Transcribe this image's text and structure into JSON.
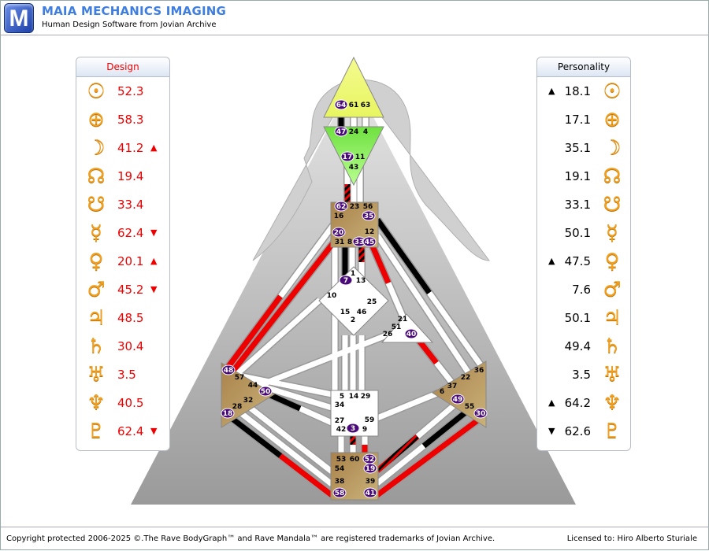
{
  "header": {
    "logo_letter": "M",
    "title": "MAIA MECHANICS IMAGING",
    "subtitle": "Human Design Software from Jovian Archive"
  },
  "colors": {
    "design": "#ee0000",
    "personality": "#000000",
    "gate_active": "#4b0a7a",
    "center_tan": "#b8965a",
    "head": "#e8f560",
    "ajna": "#8ef05a"
  },
  "design": {
    "title": "Design",
    "rows": [
      {
        "planet": "sun-icon",
        "glyph": "☉",
        "value": "52.3",
        "arrow": ""
      },
      {
        "planet": "earth-icon",
        "glyph": "⊕",
        "value": "58.3",
        "arrow": ""
      },
      {
        "planet": "moon-icon",
        "glyph": "☽",
        "value": "41.2",
        "arrow": "▲"
      },
      {
        "planet": "north-node-icon",
        "glyph": "☊",
        "value": "19.4",
        "arrow": ""
      },
      {
        "planet": "south-node-icon",
        "glyph": "☋",
        "value": "33.4",
        "arrow": ""
      },
      {
        "planet": "mercury-icon",
        "glyph": "☿",
        "value": "62.4",
        "arrow": "▼"
      },
      {
        "planet": "venus-icon",
        "glyph": "♀",
        "value": "20.1",
        "arrow": "▲"
      },
      {
        "planet": "mars-icon",
        "glyph": "♂",
        "value": "45.2",
        "arrow": "▼"
      },
      {
        "planet": "jupiter-icon",
        "glyph": "♃",
        "value": "48.5",
        "arrow": ""
      },
      {
        "planet": "saturn-icon",
        "glyph": "♄",
        "value": "30.4",
        "arrow": ""
      },
      {
        "planet": "uranus-icon",
        "glyph": "♅",
        "value": "3.5",
        "arrow": ""
      },
      {
        "planet": "neptune-icon",
        "glyph": "♆",
        "value": "40.5",
        "arrow": ""
      },
      {
        "planet": "pluto-icon",
        "glyph": "♇",
        "value": "62.4",
        "arrow": "▼"
      }
    ]
  },
  "personality": {
    "title": "Personality",
    "rows": [
      {
        "planet": "sun-icon",
        "glyph": "☉",
        "value": "18.1",
        "arrow": "▲"
      },
      {
        "planet": "earth-icon",
        "glyph": "⊕",
        "value": "17.1",
        "arrow": ""
      },
      {
        "planet": "moon-icon",
        "glyph": "☽",
        "value": "35.1",
        "arrow": ""
      },
      {
        "planet": "north-node-icon",
        "glyph": "☊",
        "value": "19.1",
        "arrow": ""
      },
      {
        "planet": "south-node-icon",
        "glyph": "☋",
        "value": "33.1",
        "arrow": ""
      },
      {
        "planet": "mercury-icon",
        "glyph": "☿",
        "value": "50.1",
        "arrow": ""
      },
      {
        "planet": "venus-icon",
        "glyph": "♀",
        "value": "47.5",
        "arrow": "▲"
      },
      {
        "planet": "mars-icon",
        "glyph": "♂",
        "value": "7.6",
        "arrow": ""
      },
      {
        "planet": "jupiter-icon",
        "glyph": "♃",
        "value": "50.1",
        "arrow": ""
      },
      {
        "planet": "saturn-icon",
        "glyph": "♄",
        "value": "49.4",
        "arrow": ""
      },
      {
        "planet": "uranus-icon",
        "glyph": "♅",
        "value": "3.5",
        "arrow": ""
      },
      {
        "planet": "neptune-icon",
        "glyph": "♆",
        "value": "64.2",
        "arrow": "▲"
      },
      {
        "planet": "pluto-icon",
        "glyph": "♇",
        "value": "62.6",
        "arrow": "▼"
      }
    ]
  },
  "centers": [
    {
      "name": "head",
      "gates": [
        {
          "g": "64",
          "a": true
        },
        {
          "g": "61",
          "a": false
        },
        {
          "g": "63",
          "a": false
        }
      ]
    },
    {
      "name": "ajna",
      "gates": [
        {
          "g": "47",
          "a": true
        },
        {
          "g": "24",
          "a": false
        },
        {
          "g": "4",
          "a": false
        },
        {
          "g": "17",
          "a": true
        },
        {
          "g": "11",
          "a": false
        },
        {
          "g": "43",
          "a": false
        }
      ]
    },
    {
      "name": "throat",
      "gates": [
        {
          "g": "62",
          "a": true
        },
        {
          "g": "23",
          "a": false
        },
        {
          "g": "56",
          "a": false
        },
        {
          "g": "16",
          "a": false
        },
        {
          "g": "35",
          "a": true
        },
        {
          "g": "20",
          "a": true
        },
        {
          "g": "12",
          "a": false
        },
        {
          "g": "31",
          "a": false
        },
        {
          "g": "8",
          "a": false
        },
        {
          "g": "33",
          "a": true
        },
        {
          "g": "45",
          "a": true
        }
      ]
    },
    {
      "name": "g",
      "gates": [
        {
          "g": "1",
          "a": false
        },
        {
          "g": "7",
          "a": true
        },
        {
          "g": "13",
          "a": false
        },
        {
          "g": "10",
          "a": false
        },
        {
          "g": "25",
          "a": false
        },
        {
          "g": "15",
          "a": false
        },
        {
          "g": "46",
          "a": false
        },
        {
          "g": "2",
          "a": false
        }
      ]
    },
    {
      "name": "ego",
      "gates": [
        {
          "g": "21",
          "a": false
        },
        {
          "g": "51",
          "a": false
        },
        {
          "g": "26",
          "a": false
        },
        {
          "g": "40",
          "a": true
        }
      ]
    },
    {
      "name": "spleen",
      "gates": [
        {
          "g": "48",
          "a": true
        },
        {
          "g": "57",
          "a": false
        },
        {
          "g": "44",
          "a": false
        },
        {
          "g": "50",
          "a": true
        },
        {
          "g": "32",
          "a": false
        },
        {
          "g": "28",
          "a": false
        },
        {
          "g": "18",
          "a": true
        }
      ]
    },
    {
      "name": "solar-plexus",
      "gates": [
        {
          "g": "36",
          "a": false
        },
        {
          "g": "22",
          "a": false
        },
        {
          "g": "37",
          "a": false
        },
        {
          "g": "6",
          "a": false
        },
        {
          "g": "49",
          "a": true
        },
        {
          "g": "55",
          "a": false
        },
        {
          "g": "30",
          "a": true
        }
      ]
    },
    {
      "name": "sacral",
      "gates": [
        {
          "g": "5",
          "a": false
        },
        {
          "g": "14",
          "a": false
        },
        {
          "g": "29",
          "a": false
        },
        {
          "g": "34",
          "a": false
        },
        {
          "g": "27",
          "a": false
        },
        {
          "g": "59",
          "a": false
        },
        {
          "g": "42",
          "a": false
        },
        {
          "g": "3",
          "a": true
        },
        {
          "g": "9",
          "a": false
        }
      ]
    },
    {
      "name": "root",
      "gates": [
        {
          "g": "53",
          "a": false
        },
        {
          "g": "60",
          "a": false
        },
        {
          "g": "52",
          "a": true
        },
        {
          "g": "54",
          "a": false
        },
        {
          "g": "19",
          "a": true
        },
        {
          "g": "38",
          "a": false
        },
        {
          "g": "39",
          "a": false
        },
        {
          "g": "58",
          "a": true
        },
        {
          "g": "41",
          "a": true
        }
      ]
    }
  ],
  "footer": {
    "copyright": "Copyright protected 2006-2025 ©.The Rave BodyGraph™ and Rave Mandala™ are registered trademarks of Jovian Archive.",
    "license": "Licensed to: Hiro Alberto Sturiale"
  }
}
